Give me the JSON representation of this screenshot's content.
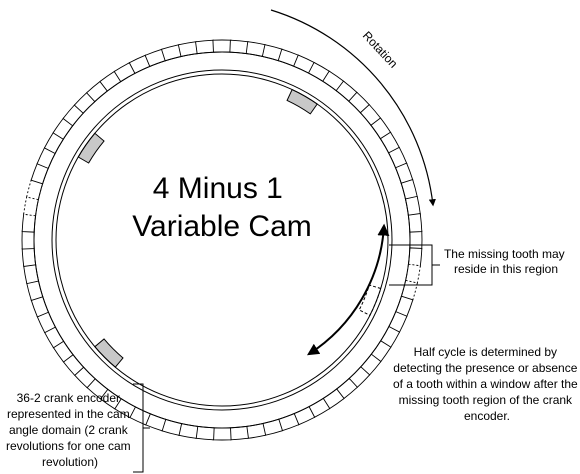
{
  "title": {
    "lines": [
      "4 Minus 1",
      "Variable Cam"
    ]
  },
  "rotation_label": "Rotation",
  "missing_tooth_note": {
    "lines": [
      "The missing tooth may",
      "reside in this region"
    ]
  },
  "half_cycle_note": {
    "lines": [
      "Half cycle is determined by",
      "detecting the presence or absence",
      "of a tooth within a window after the",
      "missing tooth region of the crank",
      "encoder."
    ]
  },
  "crank_encoder_note": {
    "lines": [
      "36-2 crank encoder",
      "represented in the cam",
      "angle domain (2 crank",
      "revolutions for one cam",
      "revolution)"
    ]
  },
  "colors": {
    "tooth_fill": "#c8c8c8",
    "stroke": "#000000"
  },
  "icons": {
    "rotation_arrow": "curved-arrow",
    "half_cycle_arrow": "double-headed-arc-arrow"
  }
}
